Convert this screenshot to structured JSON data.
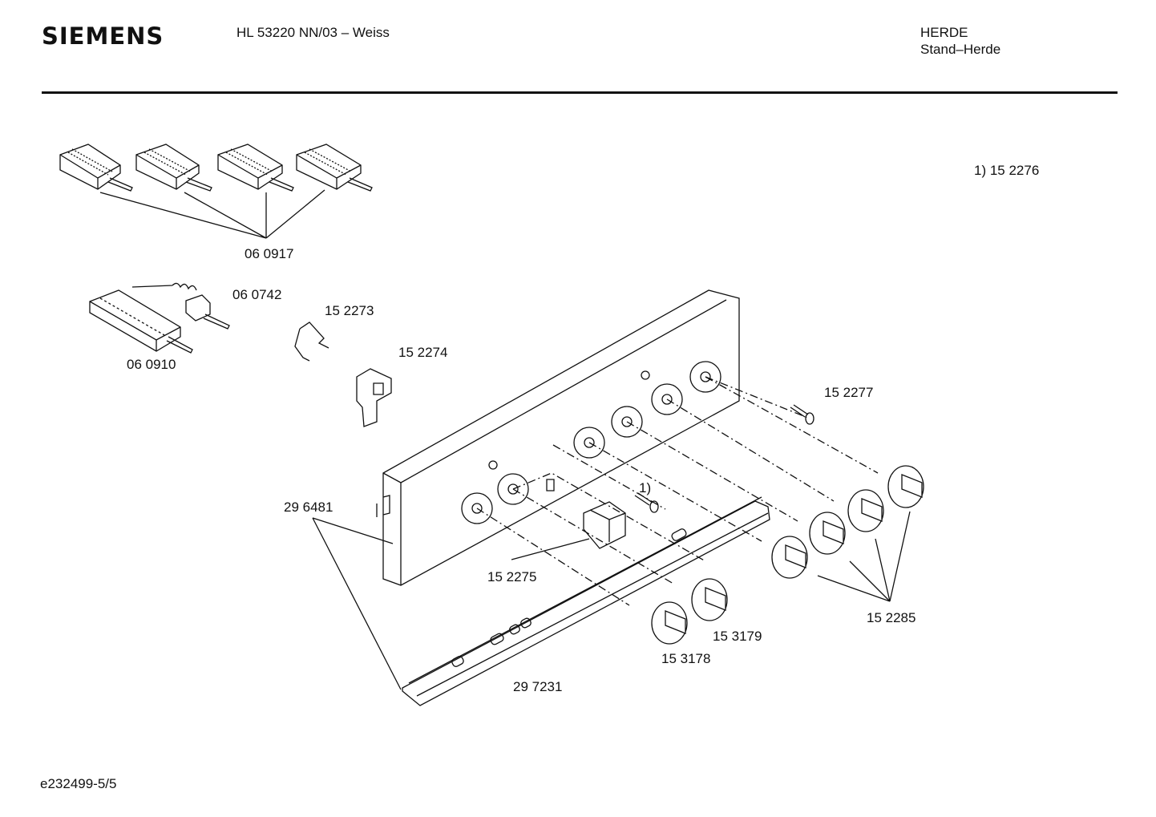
{
  "header": {
    "brand": "SIEMENS",
    "model": "HL 53220 NN/03 – Weiss",
    "category": "HERDE",
    "subcategory": "Stand–Herde"
  },
  "footnote": "1) 15 2276",
  "doc_id": "e232499-5/5",
  "callout_mark": "1)",
  "parts": [
    {
      "id": "p1",
      "number": "06 0917"
    },
    {
      "id": "p2",
      "number": "06 0742"
    },
    {
      "id": "p3",
      "number": "06 0910"
    },
    {
      "id": "p4",
      "number": "15 2273"
    },
    {
      "id": "p5",
      "number": "15 2274"
    },
    {
      "id": "p6",
      "number": "15 2277"
    },
    {
      "id": "p7",
      "number": "29 6481"
    },
    {
      "id": "p8",
      "number": "15 2275"
    },
    {
      "id": "p9",
      "number": "15 2285"
    },
    {
      "id": "p10",
      "number": "15 3179"
    },
    {
      "id": "p11",
      "number": "15 3178"
    },
    {
      "id": "p12",
      "number": "29 7231"
    }
  ]
}
